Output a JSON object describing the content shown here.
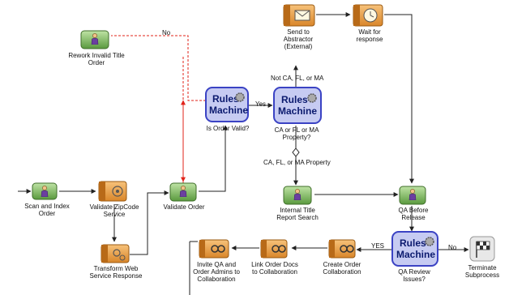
{
  "nodes": {
    "scan_index": "Scan and Index Order",
    "validate_zip": "Validate ZipCode Service",
    "transform_ws": "Transform Web Service Response",
    "validate_order": "Validate Order",
    "rework": "Rework Invalid Title Order",
    "rules1_text": "Rules Machine",
    "rules1_label": "Is Order Valid?",
    "rules2_text": "Rules Machine",
    "rules2_label": "CA or FL or MA Property?",
    "send_abstractor": "Send to Abstractor (External)",
    "wait_response": "Wait for response",
    "internal_search": "Internal Title Report Search",
    "qa_before": "QA Before Release",
    "rules3_text": "Rules Machine",
    "rules3_label": "QA Review Issues?",
    "terminate": "Terminate Subprocess",
    "create_collab": "Create Order Collaboration",
    "link_docs": "Link Order Docs to Collaboration",
    "invite_admins": "Invite QA and Order Admins to Collaboration"
  },
  "edges": {
    "no_rework": "No",
    "yes_valid": "Yes",
    "not_ca": "Not CA, FL, or MA",
    "ca_fl_ma": "CA, FL, or MA Property",
    "yes_qa": "YES",
    "no_qa": "No"
  },
  "colors": {
    "human_task": "#5a9a3e",
    "service_task": "#d9862a",
    "rules_fill": "#c6cbf2",
    "rules_border": "#3b43c4",
    "rework_edge": "#e2231a",
    "edge": "#222222"
  }
}
